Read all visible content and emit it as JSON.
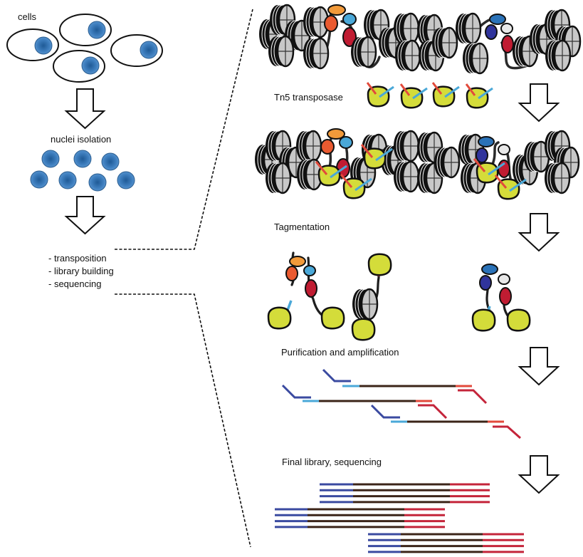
{
  "left_panel": {
    "cells_label": "cells",
    "nuclei_label": "nuclei isolation",
    "steps": [
      "- transposition",
      "- library building",
      "- sequencing"
    ]
  },
  "right_panel": {
    "tn5_label": "Tn5 transposase",
    "tagmentation_label": "Tagmentation",
    "purification_label": "Purification and amplification",
    "final_label": "Final library, sequencing"
  },
  "colors": {
    "nucleus": "#3f7fbf",
    "tn5_yellow": "#d4dc3a",
    "adapter_red": "#e24a3b",
    "adapter_light_blue": "#4aa8d8",
    "primer_blue": "#3a4aa0",
    "primer_red": "#c4243a",
    "dna_brown": "#3b2418",
    "histone_gray": "#c8c8c8",
    "tf_orange": "#f29a3a",
    "tf_red_orange": "#ea5a30",
    "tf_light_blue": "#4aa8d8",
    "tf_dark_red": "#c01c32",
    "tf_blue": "#2a72b8",
    "tf_navy": "#30349c",
    "tf_white": "#e8e8e8"
  },
  "icons": {
    "arrow": "down-arrow-icon",
    "cell": "cell-icon",
    "nucleus": "nucleus-icon",
    "nucleosome": "nucleosome-icon",
    "transposase": "tn5-transposase-icon"
  }
}
